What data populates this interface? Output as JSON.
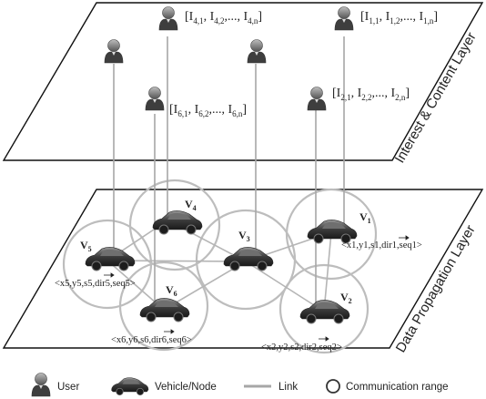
{
  "layers": {
    "top": {
      "label": "Interest & Content  Layer"
    },
    "bottom": {
      "label": "Data Propagation Layer"
    }
  },
  "users": [
    {
      "id": "u4",
      "interest_label": "[I4,1, I4,2,..., I4,n]",
      "sub_label": "4,1, I 4,2,..., I 4,n"
    },
    {
      "id": "u1",
      "interest_label": "[I1,1, I1,2,..., I1,n]"
    },
    {
      "id": "u6",
      "interest_label": "[I6,1, I6,2,..., I6,n]"
    },
    {
      "id": "u2",
      "interest_label": "[I2,1, I2,2,..., I2,n]"
    }
  ],
  "interests_text": {
    "u4": {
      "pre": "[I",
      "s1": "4,1",
      "m1": ", I",
      "s2": "4,2",
      "m2": ",..., I",
      "s3": "4,n",
      "post": "]"
    },
    "u1": {
      "pre": "[I",
      "s1": "1,1",
      "m1": ", I",
      "s2": "1,2",
      "m2": ",..., I",
      "s3": "1,n",
      "post": "]"
    },
    "u6": {
      "pre": "[I",
      "s1": "6,1",
      "m1": ", I",
      "s2": "6,2",
      "m2": ",..., I",
      "s3": "6,n",
      "post": "]"
    },
    "u2": {
      "pre": "[I",
      "s1": "2,1",
      "m1": ", I",
      "s2": "2,2",
      "m2": ",..., I",
      "s3": "2,n",
      "post": "]"
    }
  },
  "vehicles": [
    {
      "id": "V1",
      "base": "V",
      "sub": "1"
    },
    {
      "id": "V2",
      "base": "V",
      "sub": "2"
    },
    {
      "id": "V3",
      "base": "V",
      "sub": "3"
    },
    {
      "id": "V4",
      "base": "V",
      "sub": "4"
    },
    {
      "id": "V5",
      "base": "V",
      "sub": "5"
    },
    {
      "id": "V6",
      "base": "V",
      "sub": "6"
    }
  ],
  "vehicle_tuples": {
    "V1": {
      "text": "<x1,y1,s1,dir1,seq1>",
      "i": "1"
    },
    "V2": {
      "text": "<x2,y2,s2,dir2,seq2>",
      "i": "2"
    },
    "V5": {
      "text": "<x5,y5,s5,dir5,seq5>",
      "i": "5"
    },
    "V6": {
      "text": "<x6,y6,s6,dir6,seq6>",
      "i": "6"
    }
  },
  "legend": {
    "user": "User",
    "vehicle": "Vehicle/Node",
    "link": "Link",
    "range": "Communication range"
  },
  "colors": {
    "plane_stroke": "#111111",
    "circle_stroke": "#b8b8b8",
    "link": "#b3b3b3",
    "user_fill": "#555555",
    "car_fill": "#3a3a3a"
  }
}
